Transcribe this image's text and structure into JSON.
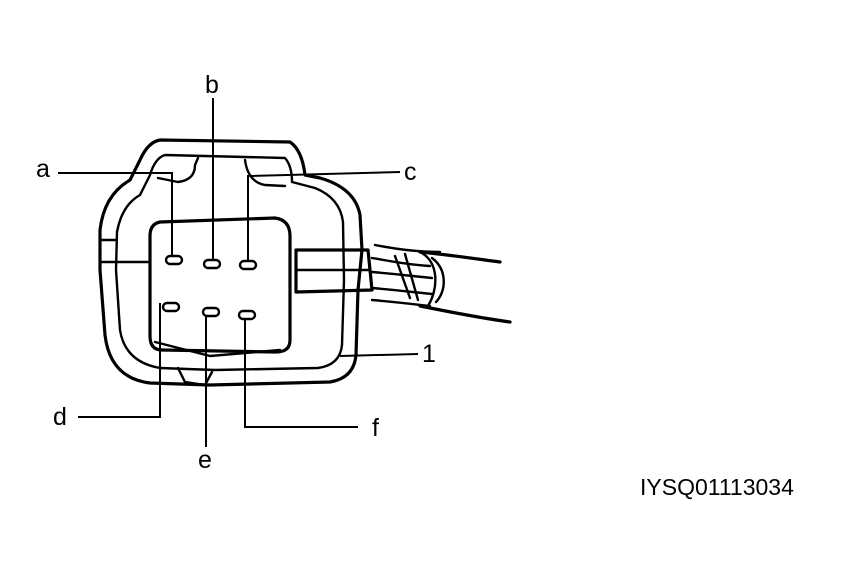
{
  "diagram": {
    "callouts": {
      "a": "a",
      "b": "b",
      "c": "c",
      "d": "d",
      "e": "e",
      "f": "f",
      "part_1": "1"
    },
    "reference_code": "IYSQ01113034"
  },
  "colors": {
    "ink": "#000000",
    "background": "#ffffff"
  }
}
